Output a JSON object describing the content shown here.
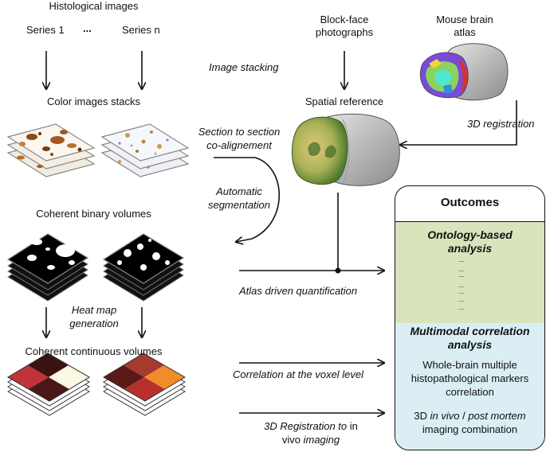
{
  "left": {
    "title": "Histological images",
    "series1": "Series 1",
    "ellipsis": "...",
    "seriesn": "Series n",
    "stacks": "Color images stacks",
    "binary": "Coherent binary volumes",
    "heatmap1": "Heat map",
    "heatmap2": "generation",
    "continuous": "Coherent continuous volumes"
  },
  "middle": {
    "image_stacking": "Image stacking",
    "section1": "Section to section",
    "section2": "co-alignement",
    "autoseg1": "Automatic",
    "autoseg2": "segmentation",
    "atlas_quant": "Atlas driven quantification",
    "voxel_corr": "Correlation at the voxel level",
    "reg3d_a": "3D Registration to",
    "reg3d_b": "in",
    "reg3d_c": "vivo",
    "reg3d_d": "imaging"
  },
  "top_right": {
    "blockface1": "Block-face",
    "blockface2": "photographs",
    "atlas1": "Mouse brain",
    "atlas2": "atlas",
    "spatial_ref": "Spatial reference",
    "registration": "3D registration"
  },
  "outcomes": {
    "title": "Outcomes",
    "ontology1": "Ontology-based",
    "ontology2": "analysis",
    "multimodal1": "Multimodal correlation",
    "multimodal2": "analysis",
    "whole1": "Whole-brain multiple",
    "whole2": "histopathological markers",
    "whole3": "correlation",
    "imaging_a": "3D",
    "imaging_b": "in vivo",
    "imaging_c": "/",
    "imaging_d": "post mortem",
    "imaging_e": "imaging combination",
    "tree_dots": "..."
  },
  "colors": {
    "ontology_bg": "#d8e4bc",
    "multimodal_bg": "#dbeef4",
    "bar_dark": "#7f7f7f",
    "bar_light": "#ffffff"
  }
}
